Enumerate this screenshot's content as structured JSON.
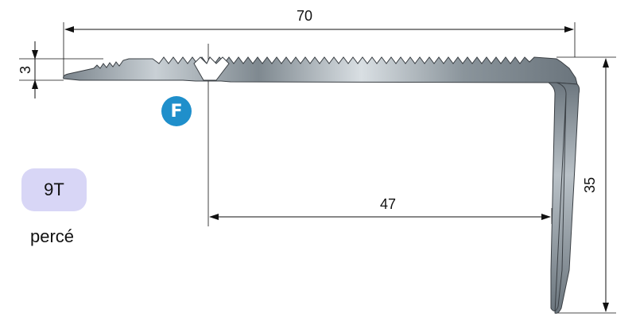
{
  "dimensions": {
    "width_total": "70",
    "thickness": "3",
    "height": "35",
    "inner_width": "47"
  },
  "marker": {
    "label": "F",
    "color": "#1f8fcb"
  },
  "badge": {
    "label": "9T",
    "color": "#d8d6f6"
  },
  "note": "percé",
  "colors": {
    "profile_light": "#e1e6ea",
    "profile_dark": "#6b757d"
  }
}
